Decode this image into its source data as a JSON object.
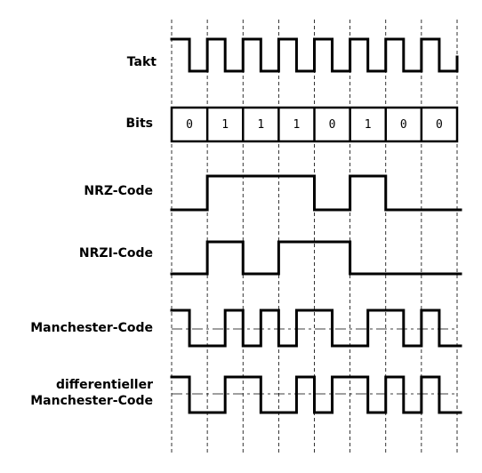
{
  "bits": [
    "0",
    "1",
    "1",
    "1",
    "0",
    "1",
    "0",
    "0"
  ],
  "labels": {
    "clock": "Takt",
    "bits": "Bits",
    "nrz": "NRZ-Code",
    "nrzi": "NRZI-Code",
    "manchester": "Manchester-Code",
    "diff_line1": "differentieller",
    "diff_line2": "Manchester-Code"
  }
}
